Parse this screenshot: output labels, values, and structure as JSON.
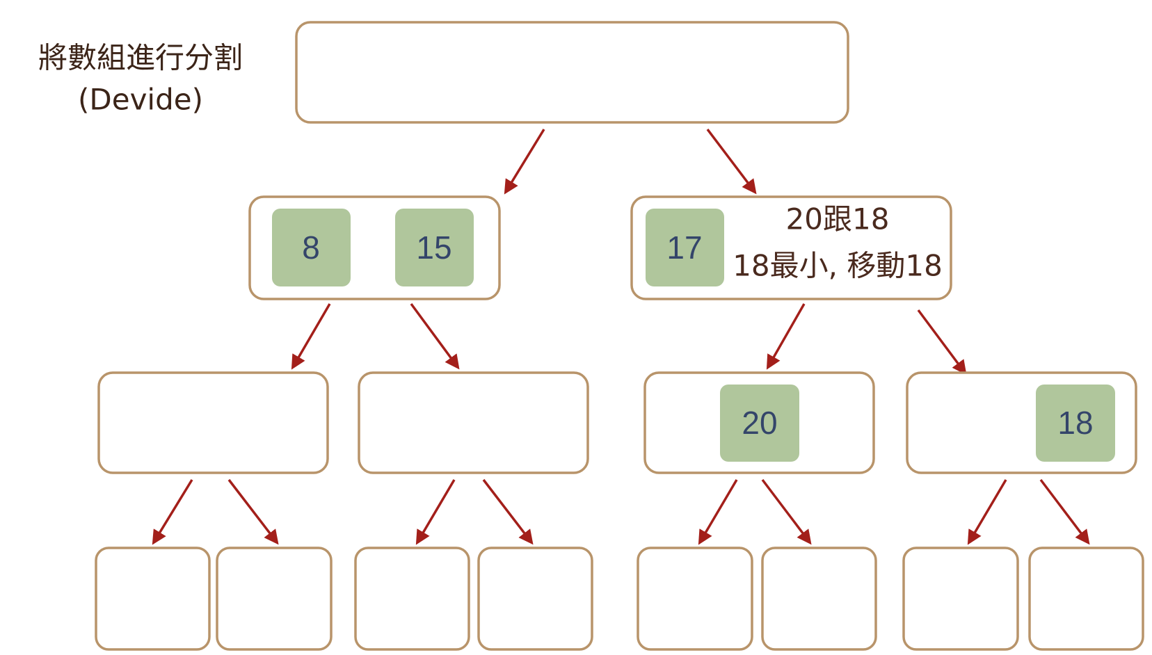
{
  "title": {
    "line1": "將數組進行分割",
    "line2": "(Devide)"
  },
  "level2": {
    "left_tiles": [
      "8",
      "15"
    ],
    "right_tile": "17",
    "right_note_line1": "20跟18",
    "right_note_line2": "18最小, 移動18"
  },
  "level3": {
    "tile_a": "20",
    "tile_b": "18"
  },
  "colors": {
    "box_border": "#b8946a",
    "tile_fill": "#b0c69c",
    "arrow": "#a31f1a",
    "number_text": "#34456a",
    "note_text": "#4a2a1e"
  }
}
